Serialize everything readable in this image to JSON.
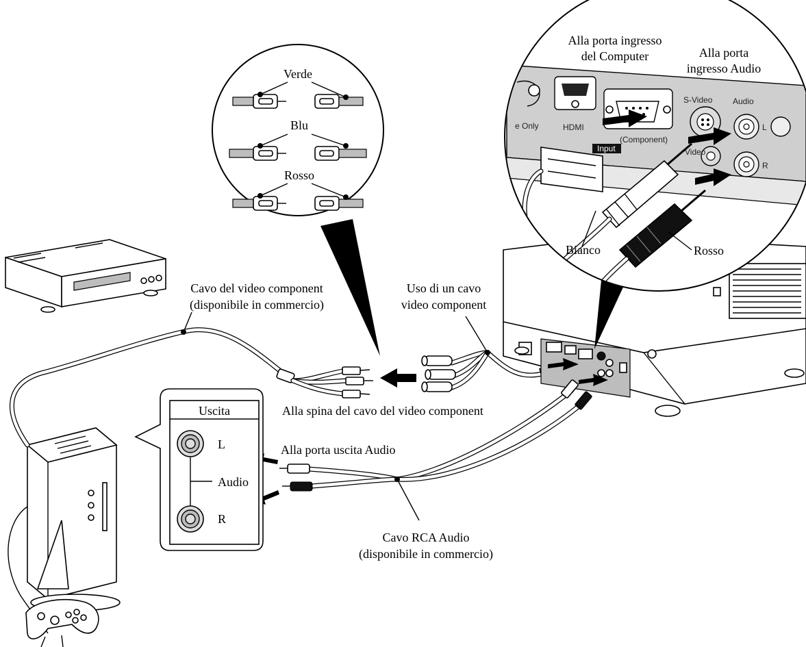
{
  "labels": {
    "verde": "Verde",
    "blu": "Blu",
    "rosso": "Rosso",
    "computer_port_line1": "Alla porta ingresso",
    "computer_port_line2": "del Computer",
    "audio_port_line1": "Alla porta",
    "audio_port_line2": "ingresso Audio",
    "bianco": "Bianco",
    "rosso_plug": "Rosso",
    "component_cable_line1": "Cavo del video component",
    "component_cable_line2": "(disponibile in commercio)",
    "use_cable_line1": "Uso di un cavo",
    "use_cable_line2": "video component",
    "spina": "Alla spina del cavo del video component",
    "uscita": "Uscita",
    "l": "L",
    "audio": "Audio",
    "r": "R",
    "uscita_audio": "Alla porta uscita Audio",
    "rca_line1": "Cavo RCA Audio",
    "rca_line2": "(disponibile in commercio)"
  },
  "panel_text": {
    "only": "e Only",
    "hdmi": "HDMI",
    "component": "(Component)",
    "input": "Input",
    "svideo": "S-Video",
    "audio": "Audio",
    "video": "Video",
    "l": "L",
    "r": "R"
  }
}
